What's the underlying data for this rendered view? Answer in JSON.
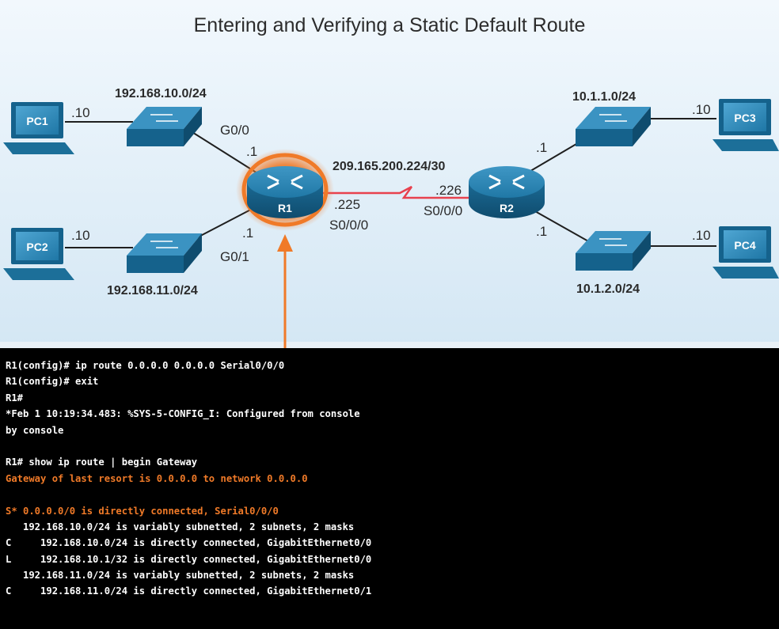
{
  "title": "Entering and Verifying a Static Default Route",
  "devices": {
    "pc1": "PC1",
    "pc2": "PC2",
    "pc3": "PC3",
    "pc4": "PC4",
    "r1": "R1",
    "r2": "R2"
  },
  "networks": {
    "lan_r1_g00": "192.168.10.0/24",
    "lan_r1_g01": "192.168.11.0/24",
    "wan": "209.165.200.224/30",
    "lan_r2_a": "10.1.1.0/24",
    "lan_r2_b": "10.1.2.0/24"
  },
  "addresses": {
    "pc1": ".10",
    "pc2": ".10",
    "pc3": ".10",
    "pc4": ".10",
    "r1_g00": ".1",
    "r1_g01": ".1",
    "r1_s000": ".225",
    "r2_s000": ".226",
    "r2_lan_a": ".1",
    "r2_lan_b": ".1"
  },
  "interfaces": {
    "r1_g00": "G0/0",
    "r1_g01": "G0/1",
    "r1_s000": "S0/0/0",
    "r2_s000": "S0/0/0"
  },
  "colors": {
    "highlight": "#f07a28",
    "serial_link": "#e8414e",
    "device_blue": "#1c6f99"
  },
  "terminal": {
    "lines": [
      {
        "text": "R1(config)# ip route 0.0.0.0 0.0.0.0 Serial0/0/0",
        "highlight": false
      },
      {
        "text": "R1(config)# exit",
        "highlight": false
      },
      {
        "text": "R1#",
        "highlight": false
      },
      {
        "text": "*Feb 1 10:19:34.483: %SYS-5-CONFIG_I: Configured from console",
        "highlight": false
      },
      {
        "text": "by console",
        "highlight": false
      },
      {
        "text": "",
        "highlight": false
      },
      {
        "text": "R1# show ip route | begin Gateway",
        "highlight": false
      },
      {
        "text": "Gateway of last resort is 0.0.0.0 to network 0.0.0.0",
        "highlight": true
      },
      {
        "text": "",
        "highlight": false
      },
      {
        "text": "S* 0.0.0.0/0 is directly connected, Serial0/0/0",
        "highlight": true
      },
      {
        "text": "   192.168.10.0/24 is variably subnetted, 2 subnets, 2 masks",
        "highlight": false
      },
      {
        "text": "C     192.168.10.0/24 is directly connected, GigabitEthernet0/0",
        "highlight": false
      },
      {
        "text": "L     192.168.10.1/32 is directly connected, GigabitEthernet0/0",
        "highlight": false
      },
      {
        "text": "   192.168.11.0/24 is variably subnetted, 2 subnets, 2 masks",
        "highlight": false
      },
      {
        "text": "C     192.168.11.0/24 is directly connected, GigabitEthernet0/1",
        "highlight": false
      }
    ]
  }
}
